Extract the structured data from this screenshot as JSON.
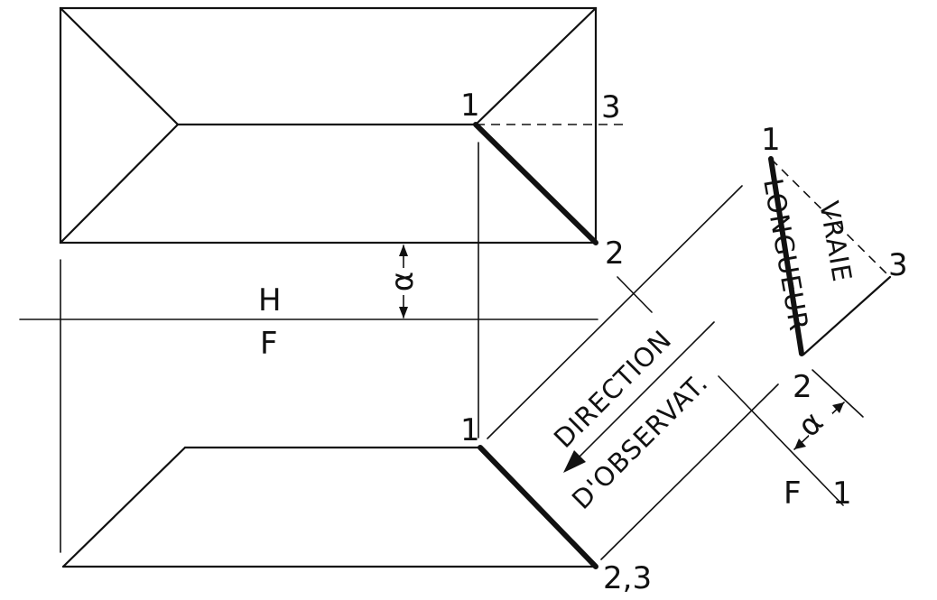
{
  "labels": {
    "top_point_1": "1",
    "top_point_2": "2",
    "top_point_3": "3",
    "fold_line_upper": "H",
    "fold_line_lower": "F",
    "top_alpha": "α",
    "front_point_1": "1",
    "front_point_23": "2,3",
    "aux_point_1": "1",
    "aux_point_2": "2",
    "aux_point_3": "3",
    "aux_alpha": "α",
    "aux_fold_F": "F",
    "aux_fold_1": "1"
  },
  "annotations": {
    "direction_line1": "DIRECTION",
    "direction_line2": "D'OBSERVAT.",
    "true_length_line1": "VRAIE",
    "true_length_line2": "LONGUEUR"
  },
  "colors": {
    "ink": "#111111",
    "paper": "#ffffff"
  }
}
